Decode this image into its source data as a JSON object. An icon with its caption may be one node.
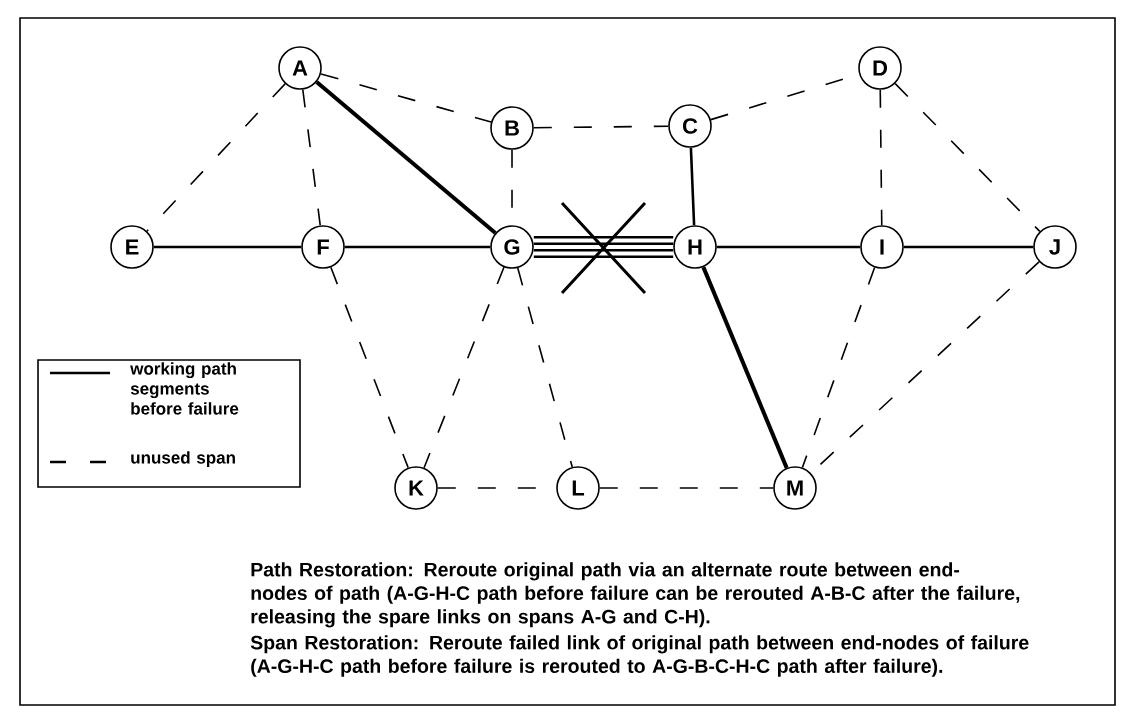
{
  "diagram": {
    "nodes": [
      {
        "text": [
          "A"
        ]
      },
      {
        "text": [
          "B"
        ]
      },
      {
        "text": [
          "C"
        ]
      },
      {
        "text": [
          "D"
        ]
      },
      {
        "text": [
          "E"
        ]
      },
      {
        "text": [
          "F"
        ]
      },
      {
        "text": [
          "G"
        ]
      },
      {
        "text": [
          "H"
        ]
      },
      {
        "text": [
          "I"
        ]
      },
      {
        "text": [
          "J"
        ]
      },
      {
        "text": [
          "K"
        ]
      },
      {
        "text": [
          "L"
        ]
      },
      {
        "text": [
          "M"
        ]
      }
    ],
    "edges": [
      {
        "from": 4,
        "to": 5,
        "arrow": "none"
      },
      {
        "from": 5,
        "to": 6,
        "arrow": "none"
      },
      {
        "from": 0,
        "to": 6,
        "arrow": "none",
        "style": "thick"
      },
      {
        "from": 6,
        "to": 7,
        "arrow": "none"
      },
      {
        "from": 6,
        "to": 7,
        "arrow": "none"
      },
      {
        "from": 6,
        "to": 7,
        "arrow": "none"
      },
      {
        "from": 6,
        "to": 7,
        "arrow": "none"
      },
      {
        "from": 7,
        "to": 2,
        "arrow": "none"
      },
      {
        "from": 7,
        "to": 8,
        "arrow": "none"
      },
      {
        "from": 8,
        "to": 9,
        "arrow": "none"
      },
      {
        "from": 7,
        "to": 12,
        "arrow": "none",
        "style": "thick"
      },
      {
        "from": 0,
        "to": 4,
        "arrow": "none",
        "style": "dashed"
      },
      {
        "from": 0,
        "to": 5,
        "arrow": "none",
        "style": "dashed"
      },
      {
        "from": 0,
        "to": 1,
        "arrow": "none",
        "style": "dashed"
      },
      {
        "from": 1,
        "to": 2,
        "arrow": "none",
        "style": "dashed"
      },
      {
        "from": 1,
        "to": 6,
        "arrow": "none",
        "style": "dashed"
      },
      {
        "from": 2,
        "to": 3,
        "arrow": "none",
        "style": "dashed"
      },
      {
        "from": 3,
        "to": 8,
        "arrow": "none",
        "style": "dashed"
      },
      {
        "from": 3,
        "to": 9,
        "arrow": "none",
        "style": "dashed"
      },
      {
        "from": 5,
        "to": 10,
        "arrow": "none",
        "style": "dashed"
      },
      {
        "from": 6,
        "to": 10,
        "arrow": "none",
        "style": "dashed"
      },
      {
        "from": 6,
        "to": 11,
        "arrow": "none",
        "style": "dashed"
      },
      {
        "from": 10,
        "to": 11,
        "arrow": "none",
        "style": "dashed"
      },
      {
        "from": 11,
        "to": 12,
        "arrow": "none",
        "style": "dashed"
      },
      {
        "from": 8,
        "to": 12,
        "arrow": "none",
        "style": "dashed"
      },
      {
        "from": 9,
        "to": 12,
        "arrow": "none",
        "style": "dashed"
      }
    ],
    "labels": [
      "Path Restoration: Reroute original path via an alternate route between end-nodes of path (A-G-H-C path before failure can be rerouted A-B-C after the failure, releasing the spare links on spans A-G and C-H).",
      "Span Restoration: Reroute failed link of original path between end-nodes of failure (A-G-H-C path before failure is rerouted to A-G-B-C-H-C path after failure)."
    ],
    "legend": [
      {
        "text": "working path segments before failure"
      },
      {
        "text": "unused span"
      }
    ]
  }
}
